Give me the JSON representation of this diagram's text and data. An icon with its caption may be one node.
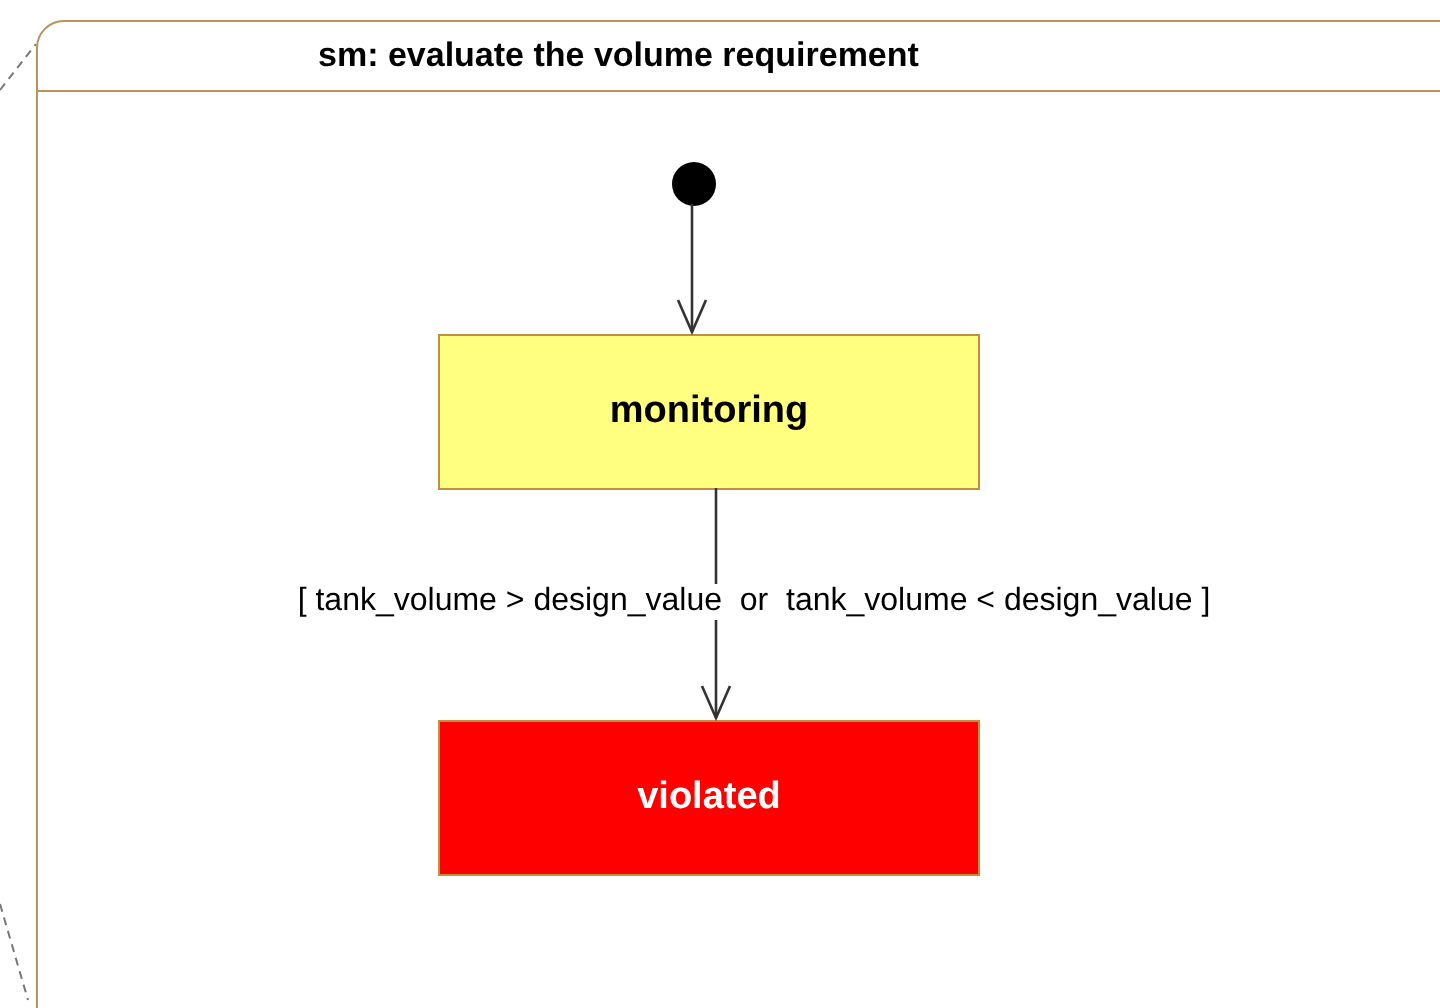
{
  "diagram": {
    "nodes": [
      {
        "text": [
          "sm: evaluate the volume requirement"
        ]
      },
      {
        "text": [],
        "shape": "circle",
        "in": 0
      },
      {
        "text": [
          "monitoring"
        ],
        "in": 0
      },
      {
        "text": [
          "violated"
        ],
        "in": 0
      }
    ],
    "edges": [
      {
        "from": 1,
        "to": 2,
        "arrow": "to"
      },
      {
        "from": 2,
        "to": 3,
        "arrow": "to",
        "label": "[ tank_volume > design_value  or  tank_volume < design_value ]"
      }
    ]
  }
}
